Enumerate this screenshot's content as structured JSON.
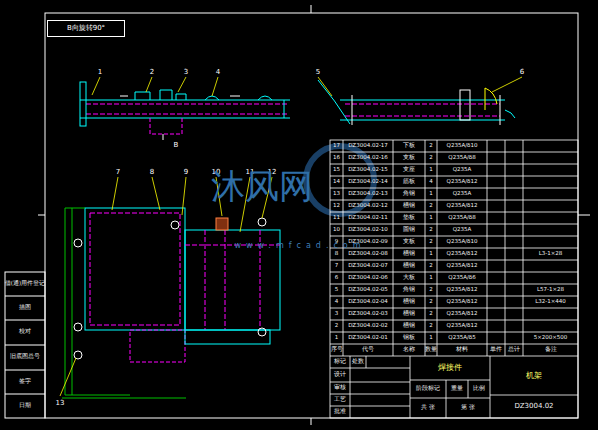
{
  "diagram": {
    "nodes": [
      {
        "text": [
          "B向旋转90°"
        ]
      }
    ],
    "labels": [
      "1",
      "2",
      "3",
      "4",
      "5",
      "6",
      "B",
      "7",
      "8",
      "9",
      "10",
      "11",
      "12",
      "13",
      "17",
      "DZ3004.02-17",
      "下板",
      "2",
      "Q235A/δ10",
      "16",
      "DZ3004.02-16",
      "支板",
      "2",
      "Q235A/δ8",
      "15",
      "DZ3004.02-15",
      "支座",
      "1",
      "Q235A",
      "14",
      "DZ3004.02-14",
      "筋板",
      "4",
      "Q235A/δ12",
      "13",
      "DZ3004.02-13",
      "角钢",
      "1",
      "Q235A",
      "12",
      "DZ3004.02-12",
      "槽钢",
      "2",
      "Q235A/δ12",
      "11",
      "DZ3004.02-11",
      "垫板",
      "1",
      "Q235A/δ8",
      "10",
      "DZ3004.02-10",
      "圆钢",
      "2",
      "Q235A",
      "9",
      "DZ3004.02-09",
      "支板",
      "2",
      "Q235A/δ10",
      "8",
      "DZ3004.02-08",
      "槽钢",
      "1",
      "Q235A/δ12",
      "L3-1×28",
      "7",
      "DZ3004.02-07",
      "槽钢",
      "2",
      "Q235A/δ12",
      "6",
      "DZ3004.02-06",
      "大板",
      "1",
      "Q235A/δ6",
      "5",
      "DZ3004.02-05",
      "角钢",
      "2",
      "Q235A/δ12",
      "L57-1×28",
      "4",
      "DZ3004.02-04",
      "槽钢",
      "2",
      "Q235A/δ12",
      "L32-1×440",
      "3",
      "DZ3004.02-03",
      "槽钢",
      "2",
      "Q235A/δ12",
      "2",
      "DZ3004.02-02",
      "槽钢",
      "2",
      "Q235A/δ12",
      "1",
      "DZ3004.02-01",
      "钢板",
      "1",
      "Q235A/δ5",
      "5×200×500",
      "序号",
      "代号",
      "名称",
      "数量",
      "材料",
      "单件",
      "总计",
      "备注",
      "标记",
      "处数",
      "设计",
      "审核",
      "工艺",
      "批准",
      "焊接件",
      "阶段标记",
      "重量",
      "比例",
      "共 张",
      "第 张",
      "机架",
      "DZ3004.02",
      "借(通)用件登记",
      "描图",
      "校对",
      "旧底图总号",
      "签字",
      "日期",
      "沐风网",
      "www.mfcad.com"
    ]
  }
}
